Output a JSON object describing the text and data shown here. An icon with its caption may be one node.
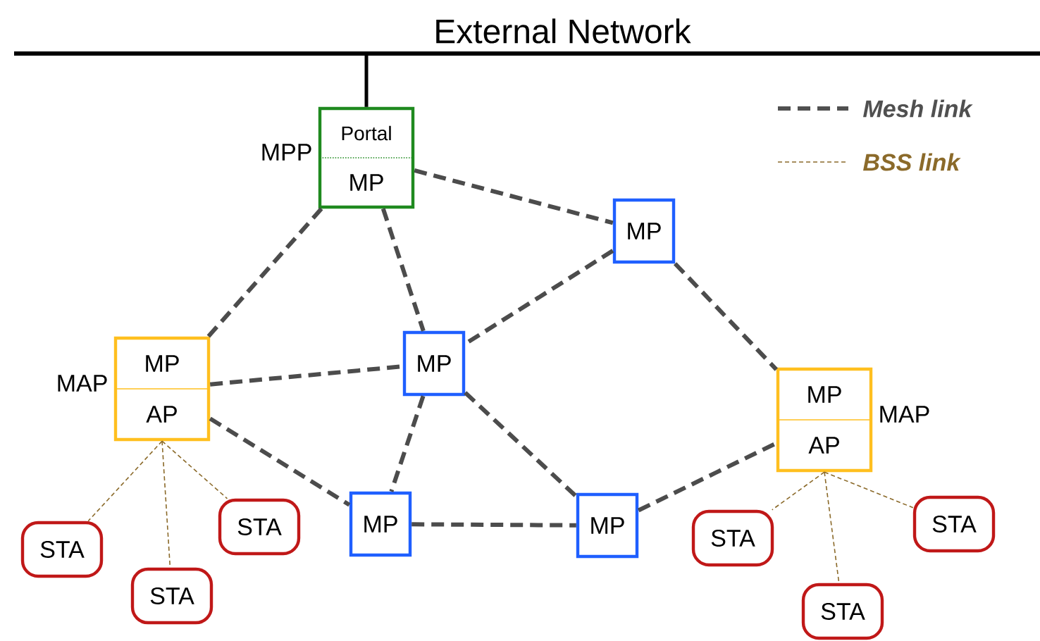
{
  "diagram": {
    "nodes": [
      {
        "text": [
          "External Network"
        ]
      },
      {
        "text": [
          "Portal",
          "MP"
        ],
        "beside": [
          "MPP"
        ]
      },
      {
        "text": [
          "MP"
        ]
      },
      {
        "text": [
          "MP",
          "AP"
        ],
        "beside": [
          "MAP"
        ]
      },
      {
        "text": [
          "MP"
        ]
      },
      {
        "text": [
          "MP"
        ]
      },
      {
        "text": [
          "MP"
        ]
      },
      {
        "text": [
          "MP",
          "AP"
        ],
        "beside": [
          "MAP"
        ]
      },
      {
        "text": [
          "STA"
        ]
      },
      {
        "text": [
          "STA"
        ]
      },
      {
        "text": [
          "STA"
        ]
      },
      {
        "text": [
          "STA"
        ]
      },
      {
        "text": [
          "STA"
        ]
      },
      {
        "text": [
          "STA"
        ]
      }
    ],
    "edges": [
      {
        "from": 0,
        "to": 1,
        "arrow": "none",
        "color": "#000000"
      },
      {
        "from": 1,
        "to": 3,
        "arrow": "none",
        "style": "dashed"
      },
      {
        "from": 1,
        "to": 4,
        "arrow": "none",
        "style": "dashed"
      },
      {
        "from": 1,
        "to": 2,
        "arrow": "none",
        "style": "dashed"
      },
      {
        "from": 2,
        "to": 4,
        "arrow": "none",
        "style": "dashed"
      },
      {
        "from": 2,
        "to": 7,
        "arrow": "none",
        "style": "dashed"
      },
      {
        "from": 3,
        "to": 4,
        "arrow": "none",
        "style": "dashed"
      },
      {
        "from": 3,
        "to": 5,
        "arrow": "none",
        "style": "dashed"
      },
      {
        "from": 4,
        "to": 5,
        "arrow": "none",
        "style": "dashed"
      },
      {
        "from": 4,
        "to": 6,
        "arrow": "none",
        "style": "dashed"
      },
      {
        "from": 5,
        "to": 6,
        "arrow": "none",
        "style": "dashed"
      },
      {
        "from": 6,
        "to": 7,
        "arrow": "none",
        "style": "dashed"
      },
      {
        "from": 3,
        "to": 8,
        "arrow": "none",
        "style": "dashed",
        "color": "#8b6a2a"
      },
      {
        "from": 3,
        "to": 9,
        "arrow": "none",
        "style": "dashed",
        "color": "#8b6a2a"
      },
      {
        "from": 3,
        "to": 10,
        "arrow": "none",
        "style": "dashed",
        "color": "#8b6a2a"
      },
      {
        "from": 7,
        "to": 11,
        "arrow": "none",
        "style": "dashed",
        "color": "#8b6a2a"
      },
      {
        "from": 7,
        "to": 12,
        "arrow": "none",
        "style": "dashed",
        "color": "#8b6a2a"
      },
      {
        "from": 7,
        "to": 13,
        "arrow": "none",
        "style": "dashed",
        "color": "#8b6a2a"
      }
    ],
    "legend": [
      {
        "text": "Mesh link"
      },
      {
        "text": "BSS link"
      }
    ]
  }
}
